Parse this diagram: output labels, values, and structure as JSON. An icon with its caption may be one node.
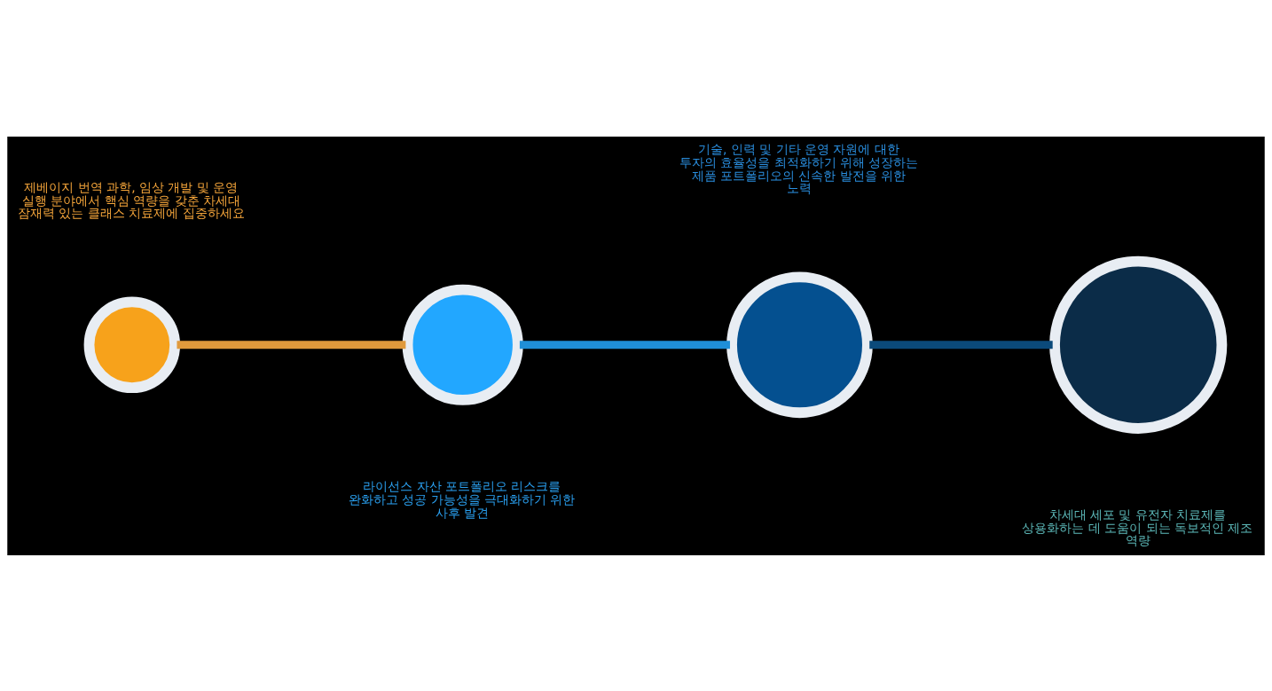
{
  "diagram": {
    "nodes": [
      {
        "text": [],
        "shape": "circle"
      },
      {
        "text": [],
        "shape": "circle"
      },
      {
        "text": [],
        "shape": "circle"
      },
      {
        "text": [],
        "shape": "circle"
      }
    ],
    "edges": [
      {
        "from": 0,
        "to": 1,
        "arrow": "none",
        "color": "#e09a3c"
      },
      {
        "from": 1,
        "to": 2,
        "arrow": "none",
        "color": "#1f8fd8"
      },
      {
        "from": 2,
        "to": 3,
        "arrow": "none",
        "color": "#0b4a7a"
      }
    ],
    "labels": [
      "제베이지 번역 과학, 임상 개발 및 운영 실행 분야에서 핵심 역량을 갖춘 차세대 잠재력 있는 클래스 치료제에 집중하세요",
      "라이선스 자산 포트폴리오 리스크를 완화하고 성공 가능성을 극대화하기 위한 사후 발견",
      "기술, 인력 및 기타 운영 자원에 대한 투자의 효율성을 최적화하기 위해 성장하는 제품 포트폴리오의 신속한 발전을 위한 노력",
      "차세대 세포 및 유전자 치료제를 상용화하는 데 도움이 되는 독보적인 제조 역량"
    ]
  }
}
